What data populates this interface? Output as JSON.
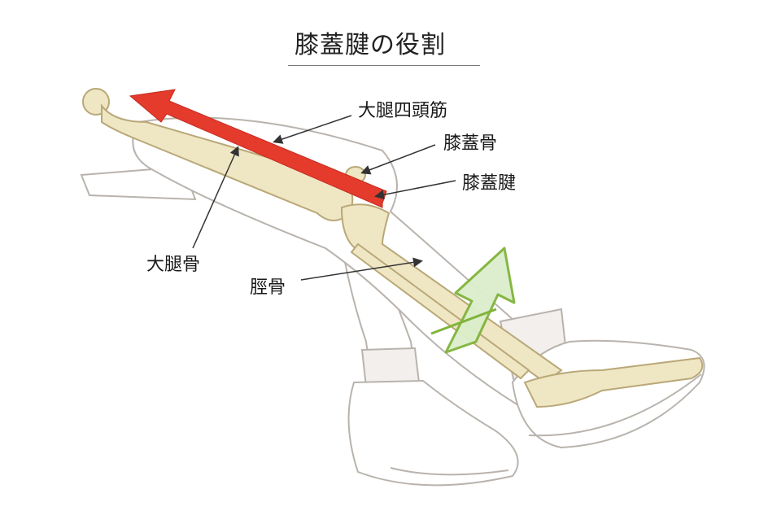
{
  "title": "膝蓋腱の役割",
  "labels": {
    "quadriceps": "大腿四頭筋",
    "patella": "膝蓋骨",
    "patellar_tendon": "膝蓋腱",
    "femur": "大腿骨",
    "tibia": "脛骨"
  },
  "colors": {
    "skin": "#ffffff",
    "outline": "#b9b3ad",
    "bone": "#efe6c4",
    "bone_outline": "#b9a877",
    "muscle": "#e43b2c",
    "arrow_green": "#7fb43a",
    "arrow_green_fill": "#dbeecb"
  }
}
